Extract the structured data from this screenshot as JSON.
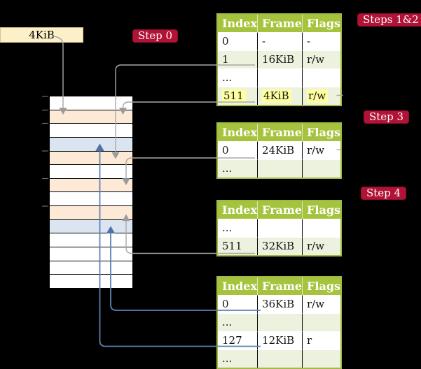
{
  "frame_size_label": "4KiB",
  "steps": {
    "step0": "Step 0",
    "steps12": "Steps 1&2",
    "step3": "Step 3",
    "step4": "Step 4"
  },
  "memory": {
    "cells": [
      "white",
      "peach",
      "white",
      "blue",
      "peach",
      "white",
      "peach",
      "white",
      "peach",
      "blue",
      "white",
      "white",
      "white",
      "white"
    ]
  },
  "tables": [
    {
      "id": "page-table-top",
      "headers": [
        "Index",
        "Frame",
        "Flags"
      ],
      "rows": [
        {
          "cells": [
            "0",
            "-",
            "-"
          ],
          "shaded": false,
          "highlight": false
        },
        {
          "cells": [
            "1",
            "16KiB",
            "r/w"
          ],
          "shaded": true,
          "highlight": false
        },
        {
          "cells": [
            "...",
            "",
            ""
          ],
          "shaded": false,
          "highlight": false
        },
        {
          "cells": [
            "511",
            "4KiB",
            "r/w"
          ],
          "shaded": true,
          "highlight": true
        }
      ]
    },
    {
      "id": "page-table-step3",
      "headers": [
        "Index",
        "Frame",
        "Flags"
      ],
      "rows": [
        {
          "cells": [
            "0",
            "24KiB",
            "r/w"
          ],
          "shaded": false,
          "highlight": false
        },
        {
          "cells": [
            "...",
            "",
            ""
          ],
          "shaded": true,
          "highlight": false
        }
      ]
    },
    {
      "id": "page-table-step4",
      "headers": [
        "Index",
        "Frame",
        "Flags"
      ],
      "rows": [
        {
          "cells": [
            "...",
            "",
            ""
          ],
          "shaded": false,
          "highlight": false
        },
        {
          "cells": [
            "511",
            "32KiB",
            "r/w"
          ],
          "shaded": true,
          "highlight": false
        }
      ]
    },
    {
      "id": "page-table-bottom",
      "headers": [
        "Index",
        "Frame",
        "Flags"
      ],
      "rows": [
        {
          "cells": [
            "0",
            "36KiB",
            "r/w"
          ],
          "shaded": false,
          "highlight": false
        },
        {
          "cells": [
            "...",
            "",
            ""
          ],
          "shaded": true,
          "highlight": false
        },
        {
          "cells": [
            "127",
            "12KiB",
            "r"
          ],
          "shaded": false,
          "highlight": false
        },
        {
          "cells": [
            "...",
            "",
            ""
          ],
          "shaded": true,
          "highlight": false
        }
      ]
    }
  ],
  "connections": [
    {
      "from": "frame-size-label",
      "to_frame_kib": 4,
      "color": "gray"
    },
    {
      "from": "page-table-top.row.1",
      "to_frame_kib": 16,
      "color": "gray"
    },
    {
      "from": "page-table-top.row.511",
      "to_frame_kib": 4,
      "color": "gray"
    },
    {
      "from": "page-table-step3.row.0",
      "to_frame_kib": 24,
      "color": "gray"
    },
    {
      "from": "page-table-step4.row.511",
      "to_frame_kib": 32,
      "color": "gray"
    },
    {
      "from": "page-table-bottom.row.0",
      "to_frame_kib": 36,
      "color": "blue"
    },
    {
      "from": "page-table-bottom.row.127",
      "to_frame_kib": 12,
      "color": "blue"
    }
  ],
  "colors": {
    "step_label_bg": "#b11236",
    "step_label_border": "#8c0f2c",
    "table_header": "#a5c33d",
    "table_border": "#a0ba45",
    "row_shade": "#edf2df",
    "highlight": "#ffffa0",
    "mem_peach": "#fce9d6",
    "mem_blue": "#dbe5f1",
    "frame_label_bg": "#fcf0c9",
    "arrow_gray": "#a8a8a8",
    "arrow_blue": "#5d80b4"
  }
}
